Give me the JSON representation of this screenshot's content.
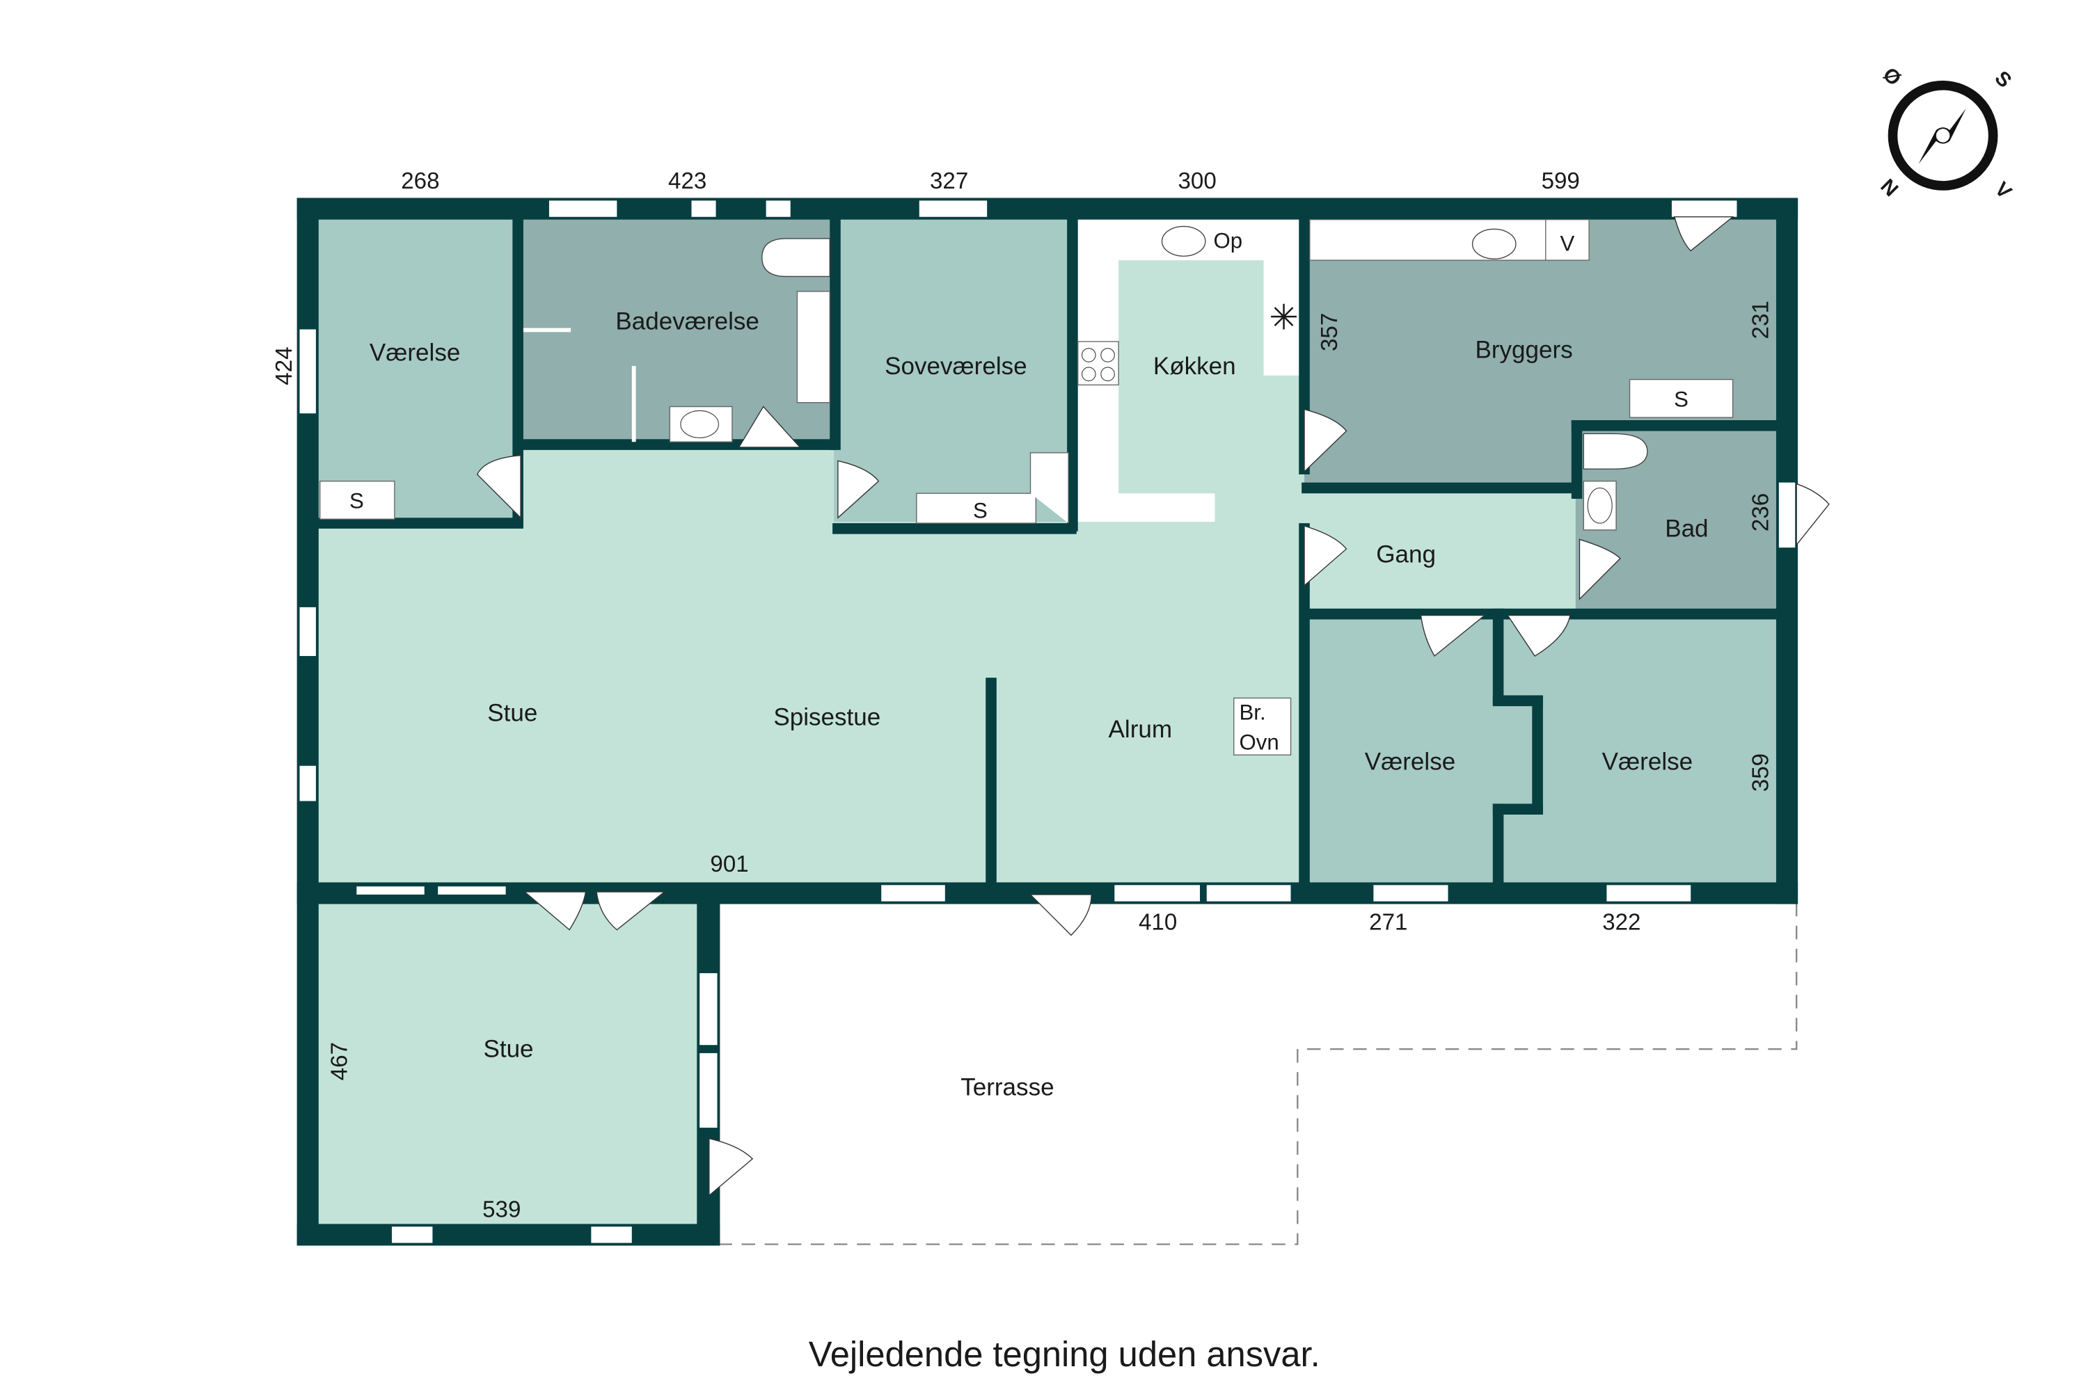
{
  "caption": "Vejledende tegning uden ansvar.",
  "colors": {
    "wall": "#073f41",
    "room_light": "#c3e3d9",
    "room_mid": "#a6cac4",
    "room_dark": "#90afad",
    "window": "#ffffff",
    "terrace_line": "#888888"
  },
  "compass": {
    "labels": {
      "top_left": "Ø",
      "top_right": "S",
      "bottom_left": "N",
      "bottom_right": "V"
    },
    "icon": "compass-icon"
  },
  "rooms": {
    "vaerelse_nw": "Værelse",
    "badevaerelse": "Badeværelse",
    "sovevaerelse": "Soveværelse",
    "kokken": "Køkken",
    "bryggers": "Bryggers",
    "bad": "Bad",
    "gang": "Gang",
    "stue_main": "Stue",
    "spisestue": "Spisestue",
    "alrum": "Alrum",
    "vaerelse_s1": "Værelse",
    "vaerelse_s2": "Værelse",
    "stue_lower": "Stue",
    "terrasse": "Terrasse"
  },
  "fixtures": {
    "skab_vaerelse": "S",
    "skab_sove": "S",
    "skab_bryggers": "S",
    "opvask": "Op",
    "vask": "V",
    "braendeovn_1": "Br.",
    "braendeovn_2": "Ovn"
  },
  "dimensions": {
    "top": [
      "268",
      "423",
      "327",
      "300",
      "599"
    ],
    "left_vaerelse": "424",
    "kokken_height": "357",
    "bryggers_height": "231",
    "bad_height": "236",
    "vaerelse_height": "359",
    "stue_width": "901",
    "alrum_width": "410",
    "vaerelse_s1_width": "271",
    "vaerelse_s2_width": "322",
    "stue_lower_height": "467",
    "stue_lower_width": "539"
  }
}
